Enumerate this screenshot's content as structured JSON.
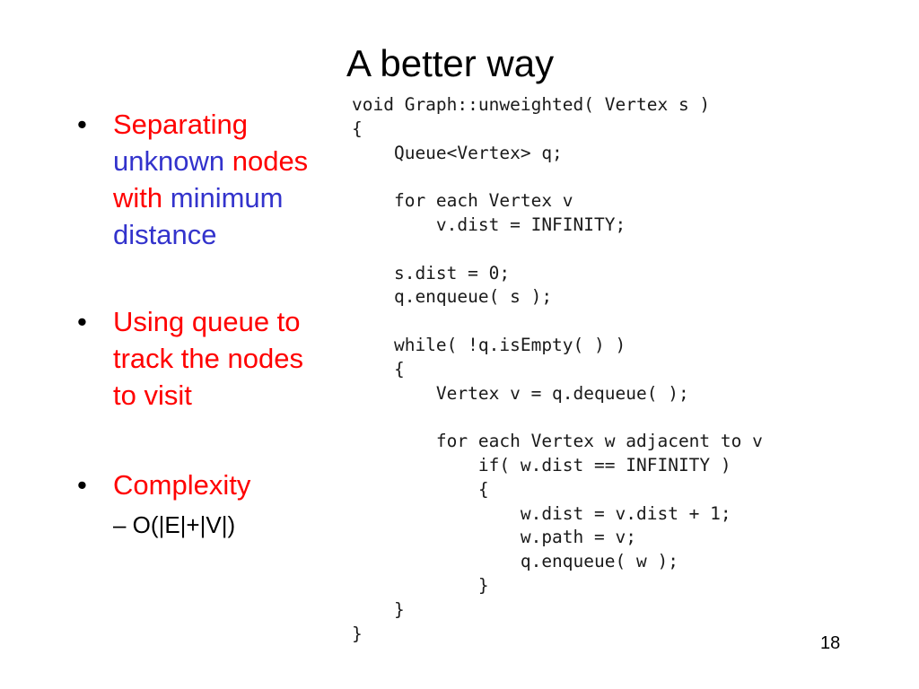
{
  "slide": {
    "title": "A better way",
    "page_number": "18"
  },
  "bullets": {
    "b1": {
      "separating": "Separating",
      "unknown": "unknown",
      "nodes": "nodes",
      "with": "with",
      "minimum": "minimum",
      "distance": "distance"
    },
    "b2": {
      "l1": "Using queue to",
      "l2": "track the nodes",
      "l3": "to visit"
    },
    "b3": {
      "label": "Complexity",
      "sub": "– O(|E|+|V|)"
    }
  },
  "code": [
    "void Graph::unweighted( Vertex s )",
    "{",
    "    Queue<Vertex> q;",
    "",
    "    for each Vertex v",
    "        v.dist = INFINITY;",
    "",
    "    s.dist = 0;",
    "    q.enqueue( s );",
    "",
    "    while( !q.isEmpty( ) )",
    "    {",
    "        Vertex v = q.dequeue( );",
    "",
    "        for each Vertex w adjacent to v",
    "            if( w.dist == INFINITY )",
    "            {",
    "                w.dist = v.dist + 1;",
    "                w.path = v;",
    "                q.enqueue( w );",
    "            }",
    "    }",
    "}"
  ],
  "colors": {
    "red": "#ff0000",
    "blue": "#3333cc"
  }
}
